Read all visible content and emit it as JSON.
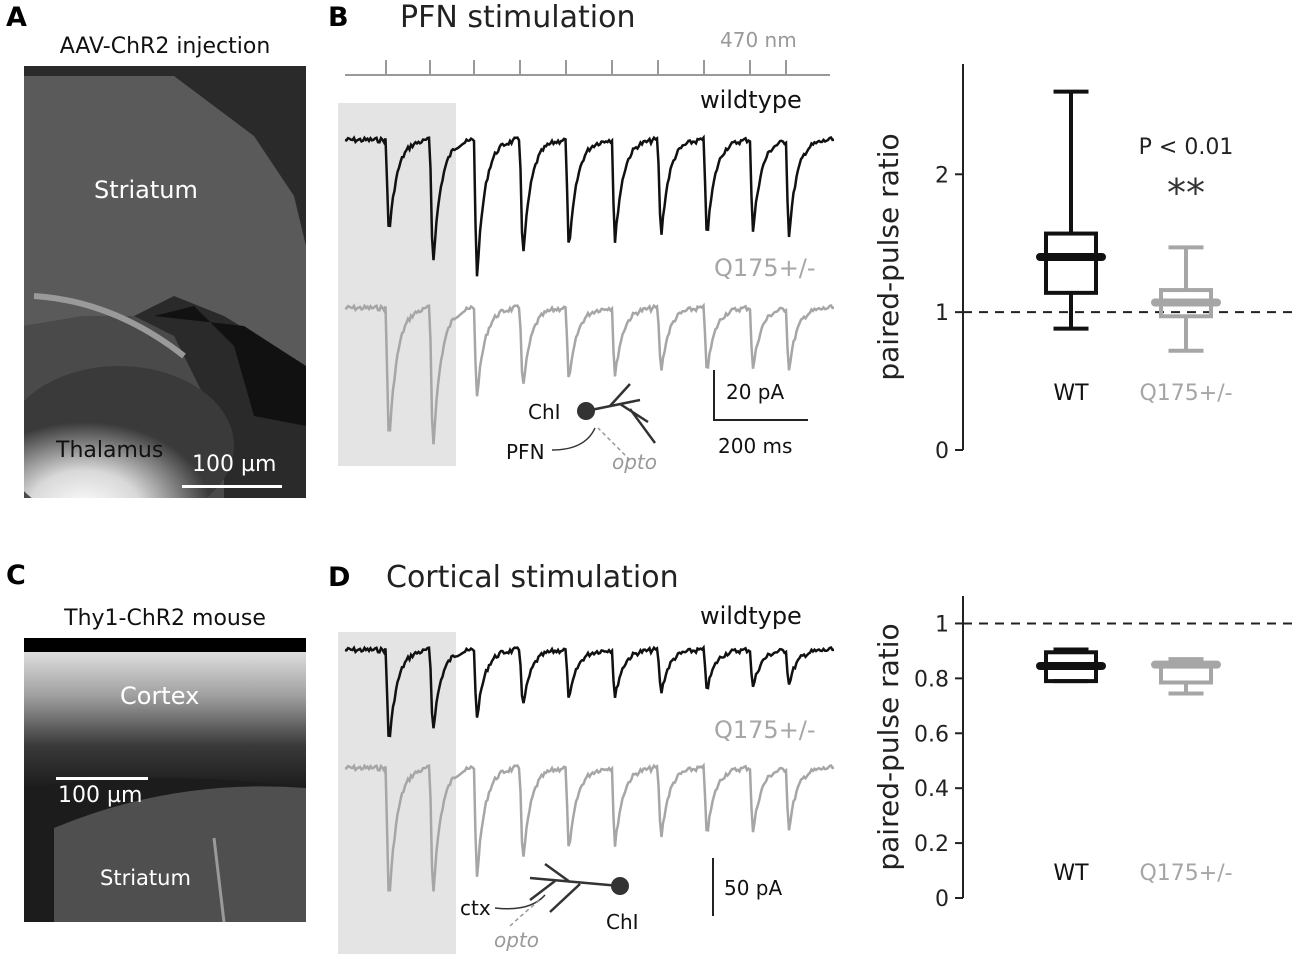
{
  "panels": {
    "A": {
      "letter": "A",
      "title": "AAV-ChR2 injection",
      "labels": [
        "Striatum",
        "Thalamus"
      ],
      "scale_bar": "100 µm"
    },
    "B": {
      "letter": "B",
      "title": "PFN stimulation",
      "stim_label": "470 nm",
      "trace_wt": "wildtype",
      "trace_q": "Q175+/-",
      "cell_label": "ChI",
      "input_label": "PFN",
      "opto_label": "opto",
      "scale_y": "20 pA",
      "scale_x": "200 ms"
    },
    "C": {
      "letter": "C",
      "title": "Thy1-ChR2 mouse",
      "labels": [
        "Cortex",
        "Striatum"
      ],
      "scale_bar": "100 µm"
    },
    "D": {
      "letter": "D",
      "title": "Cortical stimulation",
      "trace_wt": "wildtype",
      "trace_q": "Q175+/-",
      "cell_label": "ChI",
      "input_label": "ctx",
      "opto_label": "opto",
      "scale_y": "50 pA"
    }
  },
  "colors": {
    "wt": "#111111",
    "q175": "#a6a6a6",
    "shade": "#e4e4e4"
  },
  "chart_data": [
    {
      "type": "box",
      "panel": "B",
      "ylabel": "paired-pulse ratio",
      "ylim": [
        0,
        2.8
      ],
      "yticks": [
        "0",
        "1",
        "2"
      ],
      "reference_line": 1,
      "categories": [
        "WT",
        "Q175+/-"
      ],
      "series": [
        {
          "name": "WT",
          "min": 0.88,
          "q1": 1.14,
          "median": 1.4,
          "q3": 1.57,
          "max": 2.6
        },
        {
          "name": "Q175+/-",
          "min": 0.72,
          "q1": 0.97,
          "median": 1.07,
          "q3": 1.16,
          "max": 1.47
        }
      ],
      "annotation": "P < 0.01",
      "significance": "**"
    },
    {
      "type": "box",
      "panel": "D",
      "ylabel": "paired-pulse ratio",
      "ylim": [
        0,
        1.1
      ],
      "yticks": [
        "0",
        "0.2",
        "0.4",
        "0.6",
        "0.8",
        "1"
      ],
      "reference_line": 1,
      "categories": [
        "WT",
        "Q175+/-"
      ],
      "series": [
        {
          "name": "WT",
          "min": 0.79,
          "q1": 0.79,
          "median": 0.845,
          "q3": 0.895,
          "max": 0.905
        },
        {
          "name": "Q175+/-",
          "min": 0.745,
          "q1": 0.785,
          "median": 0.85,
          "q3": 0.855,
          "max": 0.87
        }
      ]
    }
  ]
}
